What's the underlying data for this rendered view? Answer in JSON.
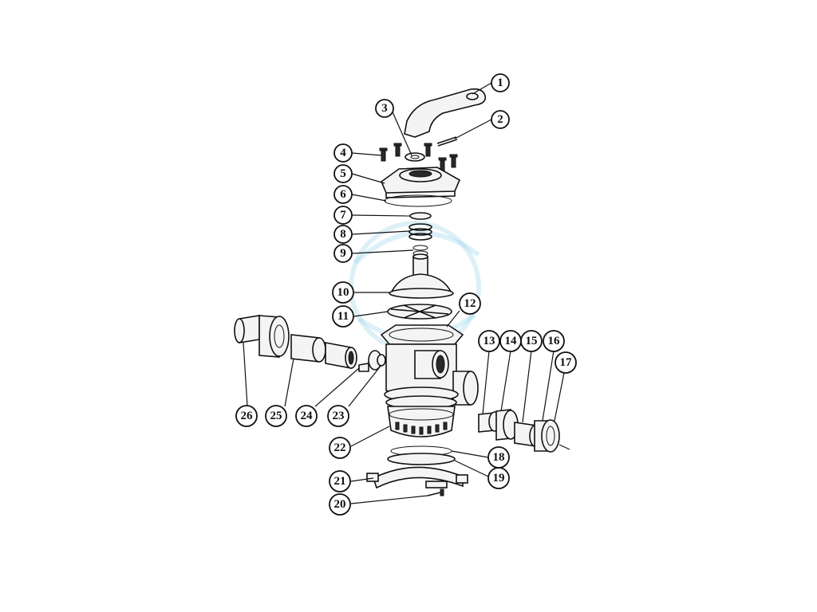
{
  "diagram": {
    "callouts": [
      {
        "id": "1",
        "label": "1"
      },
      {
        "id": "2",
        "label": "2"
      },
      {
        "id": "3",
        "label": "3"
      },
      {
        "id": "4",
        "label": "4"
      },
      {
        "id": "5",
        "label": "5"
      },
      {
        "id": "6",
        "label": "6"
      },
      {
        "id": "7",
        "label": "7"
      },
      {
        "id": "8",
        "label": "8"
      },
      {
        "id": "9",
        "label": "9"
      },
      {
        "id": "10",
        "label": "10"
      },
      {
        "id": "11",
        "label": "11"
      },
      {
        "id": "12",
        "label": "12"
      },
      {
        "id": "13",
        "label": "13"
      },
      {
        "id": "14",
        "label": "14"
      },
      {
        "id": "15",
        "label": "15"
      },
      {
        "id": "16",
        "label": "16"
      },
      {
        "id": "17",
        "label": "17"
      },
      {
        "id": "18",
        "label": "18"
      },
      {
        "id": "19",
        "label": "19"
      },
      {
        "id": "20",
        "label": "20"
      },
      {
        "id": "21",
        "label": "21"
      },
      {
        "id": "22",
        "label": "22"
      },
      {
        "id": "23",
        "label": "23"
      },
      {
        "id": "24",
        "label": "24"
      },
      {
        "id": "25",
        "label": "25"
      },
      {
        "id": "26",
        "label": "26"
      }
    ],
    "watermark_color": "#9fd3ec"
  }
}
